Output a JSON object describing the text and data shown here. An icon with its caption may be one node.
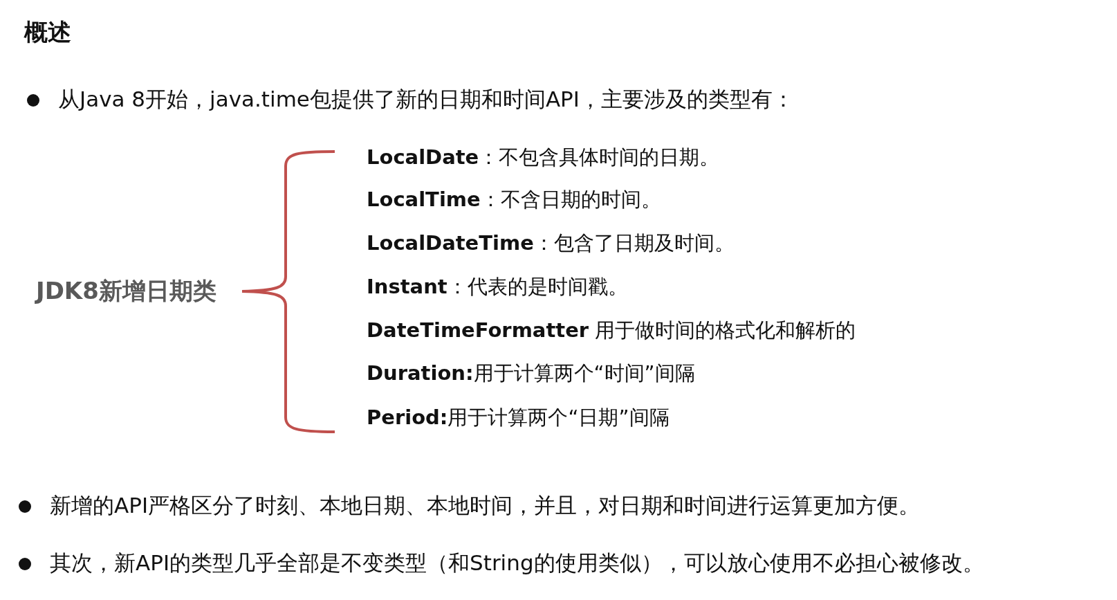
{
  "diagram": {
    "title": "概述",
    "labels": [
      "从Java 8开始，java.time包提供了新的日期和时间API，主要涉及的类型有：",
      "JDK8新增日期类",
      "**LocalDate**：不包含具体时间的日期。",
      "**LocalTime**：不含日期的时间。",
      "**LocalDateTime**：包含了日期及时间。",
      "**Instant**：代表的是时间戳。",
      "**DateTimeFormatter** 用于做时间的格式化和解析的",
      "**Duration:**用于计算两个“时间”间隔",
      "**Period:**用于计算两个“日期”间隔",
      "新增的API严格区分了时刻、本地日期、本地时间，并且，对日期和时间进行运算更加方便。",
      "其次，新API的类型几乎全部是不变类型（和String的使用类似），可以放心使用不必担心被修改。"
    ]
  }
}
